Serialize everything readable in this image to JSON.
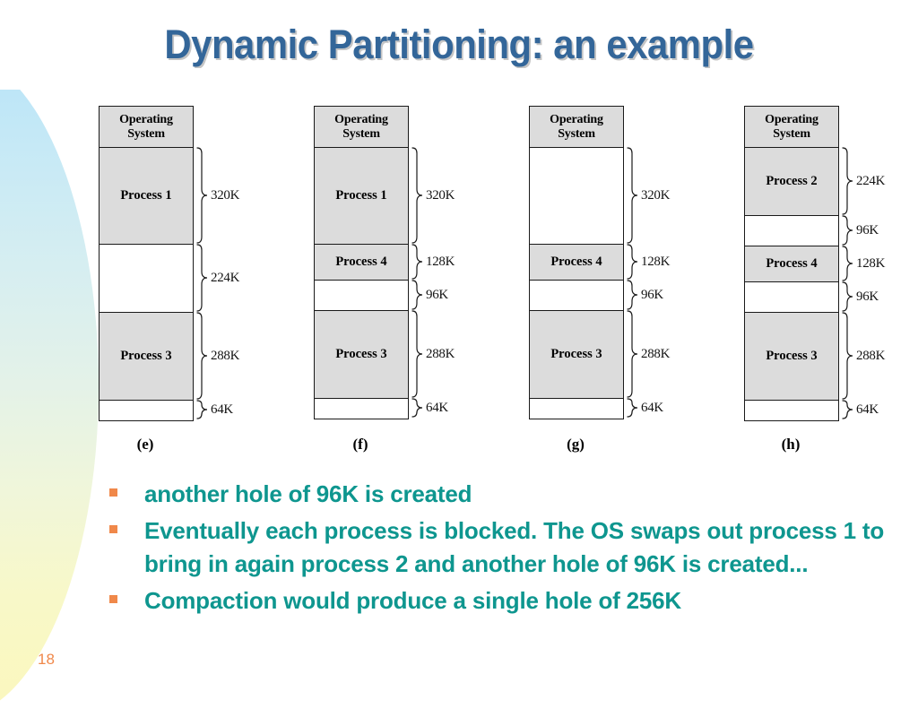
{
  "slide": {
    "title": "Dynamic Partitioning: an example",
    "page_number": "18",
    "title_color": "#336699",
    "bullet_text_color": "#0e968f",
    "bullet_marker_color": "#f0884a",
    "page_number_color": "#f0884a",
    "filled_block_color": "#dcdcdc",
    "hole_block_color": "#ffffff"
  },
  "diagrams": [
    {
      "caption": "(e)",
      "blocks": [
        {
          "label": "Operating\nSystem",
          "type": "os",
          "size": "",
          "px": 46
        },
        {
          "label": "Process 1",
          "type": "filled",
          "size": "320K",
          "px": 108
        },
        {
          "label": "",
          "type": "hole",
          "size": "224K",
          "px": 76
        },
        {
          "label": "Process 3",
          "type": "filled",
          "size": "288K",
          "px": 98
        },
        {
          "label": "",
          "type": "hole",
          "size": "64K",
          "px": 22
        }
      ]
    },
    {
      "caption": "(f)",
      "blocks": [
        {
          "label": "Operating\nSystem",
          "type": "os",
          "size": "",
          "px": 46
        },
        {
          "label": "Process 1",
          "type": "filled",
          "size": "320K",
          "px": 108
        },
        {
          "label": "Process 4",
          "type": "filled",
          "size": "128K",
          "px": 40
        },
        {
          "label": "",
          "type": "hole",
          "size": "96K",
          "px": 34
        },
        {
          "label": "Process 3",
          "type": "filled",
          "size": "288K",
          "px": 98
        },
        {
          "label": "",
          "type": "hole",
          "size": "64K",
          "px": 22
        }
      ]
    },
    {
      "caption": "(g)",
      "blocks": [
        {
          "label": "Operating\nSystem",
          "type": "os",
          "size": "",
          "px": 46
        },
        {
          "label": "",
          "type": "hole",
          "size": "320K",
          "px": 108
        },
        {
          "label": "Process 4",
          "type": "filled",
          "size": "128K",
          "px": 40
        },
        {
          "label": "",
          "type": "hole",
          "size": "96K",
          "px": 34
        },
        {
          "label": "Process 3",
          "type": "filled",
          "size": "288K",
          "px": 98
        },
        {
          "label": "",
          "type": "hole",
          "size": "64K",
          "px": 22
        }
      ]
    },
    {
      "caption": "(h)",
      "blocks": [
        {
          "label": "Operating\nSystem",
          "type": "os",
          "size": "",
          "px": 46
        },
        {
          "label": "Process 2",
          "type": "filled",
          "size": "224K",
          "px": 76
        },
        {
          "label": "",
          "type": "hole",
          "size": "96K",
          "px": 34
        },
        {
          "label": "Process 4",
          "type": "filled",
          "size": "128K",
          "px": 40
        },
        {
          "label": "",
          "type": "hole",
          "size": "96K",
          "px": 34
        },
        {
          "label": "Process 3",
          "type": "filled",
          "size": "288K",
          "px": 98
        },
        {
          "label": "",
          "type": "hole",
          "size": "64K",
          "px": 22
        }
      ]
    }
  ],
  "bullets": [
    {
      "text": "another hole of 96K is created"
    },
    {
      "text": "Eventually each process is blocked. The OS swaps out process 1 to bring in again process 2 and another hole of 96K is created..."
    },
    {
      "text": "Compaction would produce a single hole of 256K"
    }
  ]
}
